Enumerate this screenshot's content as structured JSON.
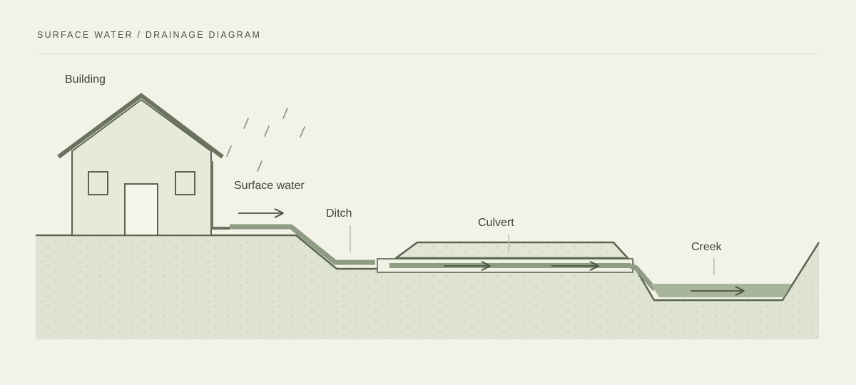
{
  "header": {
    "title": "SURFACE WATER / DRAINAGE DIAGRAM"
  },
  "labels": {
    "building": "Building",
    "surface_water": "Surface water",
    "ditch": "Ditch",
    "culvert": "Culvert",
    "creek": "Creek"
  },
  "colors": {
    "background": "#f2f2e9",
    "ground_fill": "#dfe3d3",
    "outline": "#5b6450",
    "water": "#8d9c82",
    "building_fill": "#e7eadb",
    "door_fill": "#f5f5ec"
  },
  "icons": {
    "rain": "rain-streaks-icon",
    "flow": "flow-arrow-icon"
  }
}
